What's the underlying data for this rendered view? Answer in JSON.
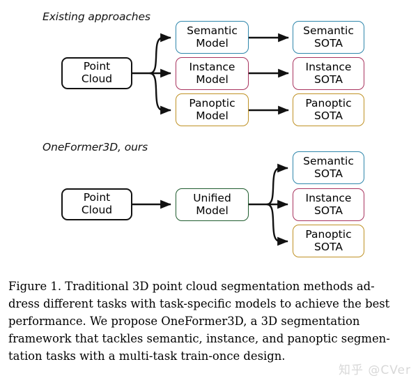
{
  "figure": {
    "sections": [
      {
        "id": "existing",
        "title": "Existing approaches"
      },
      {
        "id": "ours",
        "title": "OneFormer3D, ours"
      }
    ],
    "nodes": {
      "top_input": {
        "line1": "Point",
        "line2": "Cloud",
        "color": "#121212"
      },
      "top_model_sem": {
        "line1": "Semantic",
        "line2": "Model",
        "color": "#2e86ab"
      },
      "top_model_ins": {
        "line1": "Instance",
        "line2": "Model",
        "color": "#a8335e"
      },
      "top_model_pan": {
        "line1": "Panoptic",
        "line2": "Model",
        "color": "#bf9124"
      },
      "top_sota_sem": {
        "line1": "Semantic",
        "line2": "SOTA",
        "color": "#2e86ab"
      },
      "top_sota_ins": {
        "line1": "Instance",
        "line2": "SOTA",
        "color": "#a8335e"
      },
      "top_sota_pan": {
        "line1": "Panoptic",
        "line2": "SOTA",
        "color": "#bf9124"
      },
      "bot_input": {
        "line1": "Point",
        "line2": "Cloud",
        "color": "#121212"
      },
      "bot_model_unified": {
        "line1": "Unified",
        "line2": "Model",
        "color": "#1f5c2e"
      },
      "bot_sota_sem": {
        "line1": "Semantic",
        "line2": "SOTA",
        "color": "#2e86ab"
      },
      "bot_sota_ins": {
        "line1": "Instance",
        "line2": "SOTA",
        "color": "#a8335e"
      },
      "bot_sota_pan": {
        "line1": "Panoptic",
        "line2": "SOTA",
        "color": "#bf9124"
      }
    },
    "colors": {
      "semantic": "#2e86ab",
      "instance": "#a8335e",
      "panoptic": "#bf9124",
      "unified": "#1f5c2e",
      "neutral": "#121212",
      "arrow": "#111111",
      "background": "#ffffff"
    }
  },
  "caption": {
    "lines": [
      "Figure 1.  Traditional 3D point cloud segmentation methods ad-",
      "dress different tasks with task-specific models to achieve the best",
      "performance.   We  propose  OneFormer3D,  a  3D  segmentation",
      "framework that tackles semantic, instance, and panoptic segmen-",
      "tation tasks with a multi-task train-once design."
    ],
    "full_text": "Figure 1. Traditional 3D point cloud segmentation methods address different tasks with task-specific models to achieve the best performance. We propose OneFormer3D, a 3D segmentation framework that tackles semantic, instance, and panoptic segmentation tasks with a multi-task train-once design."
  },
  "watermark": {
    "text": "知乎 @CVer"
  }
}
